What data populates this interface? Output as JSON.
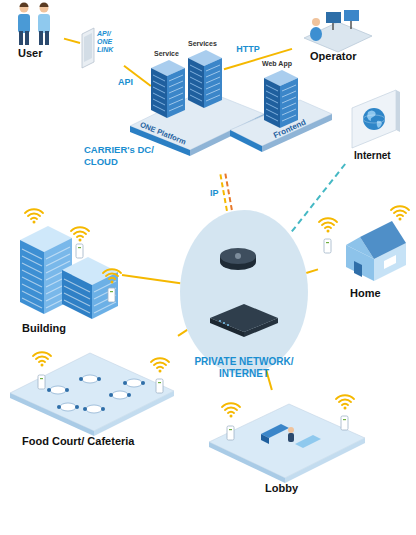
{
  "diagram": {
    "nodes": [
      {
        "text": [
          "User"
        ]
      },
      {
        "text": [
          "API/ ONE LINK"
        ]
      },
      {
        "text": [
          "Operator"
        ]
      },
      {
        "text": [
          "CARRIER's DC/ CLOUD"
        ]
      },
      {
        "text": [
          "ONE Platform"
        ],
        "in": 3
      },
      {
        "text": [
          "Service"
        ],
        "in": 3
      },
      {
        "text": [
          "Services"
        ],
        "in": 3
      },
      {
        "text": [
          "Frontend"
        ],
        "in": 3
      },
      {
        "text": [
          "Web App"
        ],
        "in": 3
      },
      {
        "text": [
          "Internet"
        ]
      },
      {
        "text": [
          "PRIVATE NETWORK/ INTERNET"
        ]
      },
      {
        "text": [
          "Building"
        ]
      },
      {
        "text": [
          "Home"
        ]
      },
      {
        "text": [
          "Food Court/ Cafeteria"
        ]
      },
      {
        "text": [
          "Lobby"
        ]
      }
    ],
    "edges": [
      {
        "from": 0,
        "to": 1,
        "arrow": "none"
      },
      {
        "from": 1,
        "to": 4,
        "label": "API",
        "arrow": "none"
      },
      {
        "from": 6,
        "to": 2,
        "label": "HTTP",
        "arrow": "none"
      },
      {
        "from": 3,
        "to": 10,
        "label": "IP",
        "arrow": "none"
      },
      {
        "from": 9,
        "to": 10,
        "arrow": "none"
      },
      {
        "from": 10,
        "to": 11,
        "arrow": "none"
      },
      {
        "from": 10,
        "to": 12,
        "arrow": "none"
      },
      {
        "from": 10,
        "to": 13,
        "arrow": "none"
      },
      {
        "from": 10,
        "to": 14,
        "arrow": "none"
      }
    ]
  }
}
